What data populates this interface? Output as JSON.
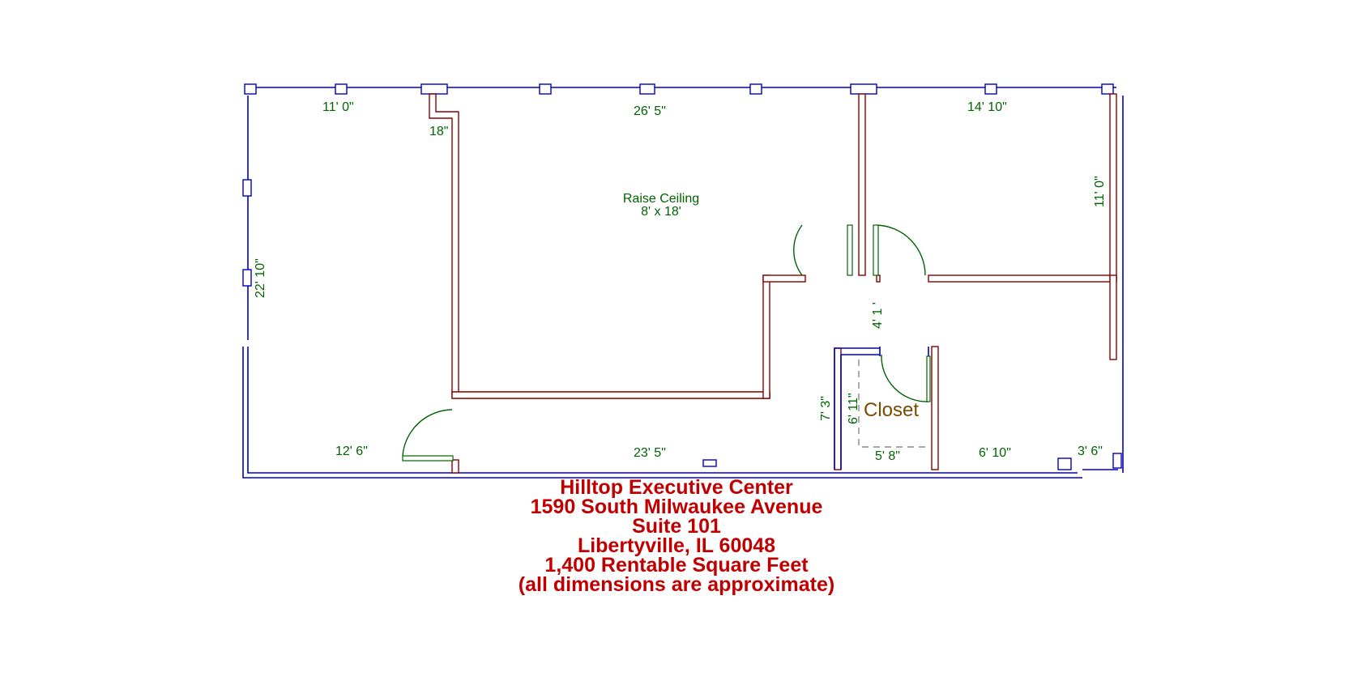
{
  "plan": {
    "dimensions": {
      "top_left": "11' 0\"",
      "top_center": "26' 5\"",
      "top_right": "14' 10\"",
      "jog": "18\"",
      "left_side": "22' 10\"",
      "right_side": "11' 0\"",
      "corridor": "4' 1 '",
      "bottom_left": "12' 6\"",
      "bottom_center": "23' 5\"",
      "bottom_right": "6' 10\"",
      "bottom_far_right": "3' 6\"",
      "closet_outer_height": "7' 3\"",
      "closet_inner_height": "6' 11\"",
      "closet_width": "5' 8\""
    },
    "rooms": {
      "raise_ceiling_title": "Raise Ceiling",
      "raise_ceiling_size": "8' x 18'",
      "closet": "Closet"
    }
  },
  "caption": {
    "line1": "Hilltop Executive Center",
    "line2": "1590 South Milwaukee Avenue",
    "line3": "Suite 101",
    "line4": "Libertyville, IL 60048",
    "line5": "1,400 Rentable Square Feet",
    "line6": "(all dimensions are approximate)"
  },
  "colors": {
    "exterior_wall": "#0000cc",
    "interior_wall": "#8b0000",
    "door_swing": "#006400",
    "caption": "#c00000",
    "closet_label": "#7a4a00"
  }
}
